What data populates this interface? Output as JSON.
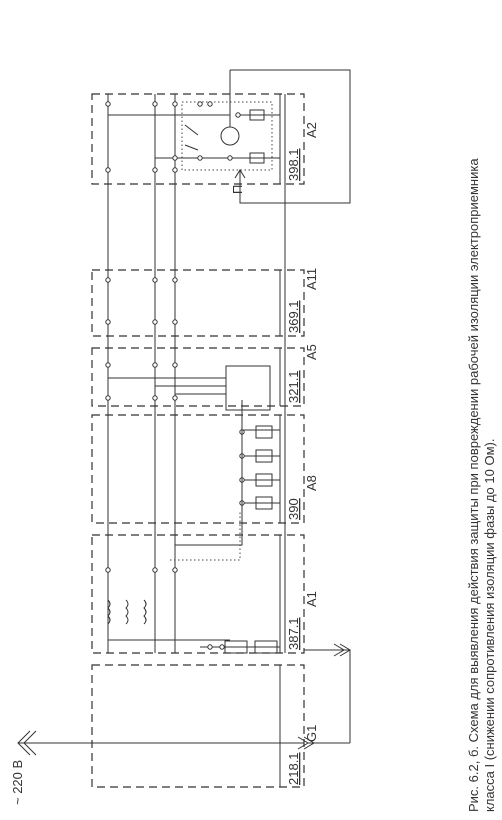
{
  "supply_label": "~ 220 В",
  "blocks": [
    {
      "id": "G1",
      "code": "218.1"
    },
    {
      "id": "A1",
      "code": "387.1"
    },
    {
      "id": "A8",
      "code": "390"
    },
    {
      "id": "A5",
      "code": "321.1"
    },
    {
      "id": "A11",
      "code": "369.1"
    },
    {
      "id": "A2",
      "code": "398.1"
    }
  ],
  "pointer_label": "П",
  "caption_line1": "Рис. 6.2, б. Схема для выявления действия защиты при повреждении рабочей изоляции электроприемника",
  "caption_line2": "класса I (снижении сопротивления изоляции фазы до 10 Ом)."
}
